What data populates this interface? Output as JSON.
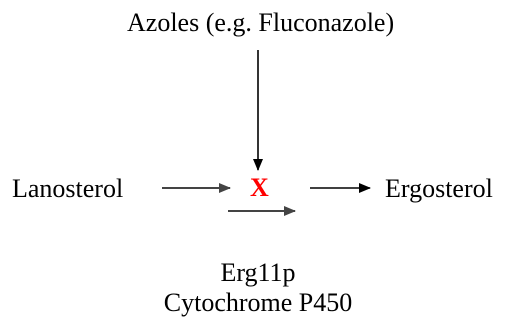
{
  "diagram": {
    "inhibitor": "Azoles (e.g. Fluconazole)",
    "substrate": "Lanosterol",
    "block_mark": "X",
    "product": "Ergosterol",
    "enzyme_name": "Erg11p",
    "enzyme_class": "Cytochrome P450",
    "colors": {
      "text": "#000000",
      "block_mark": "#ff0000",
      "arrows": "#000000",
      "substrate_arrow": "#444444"
    }
  }
}
